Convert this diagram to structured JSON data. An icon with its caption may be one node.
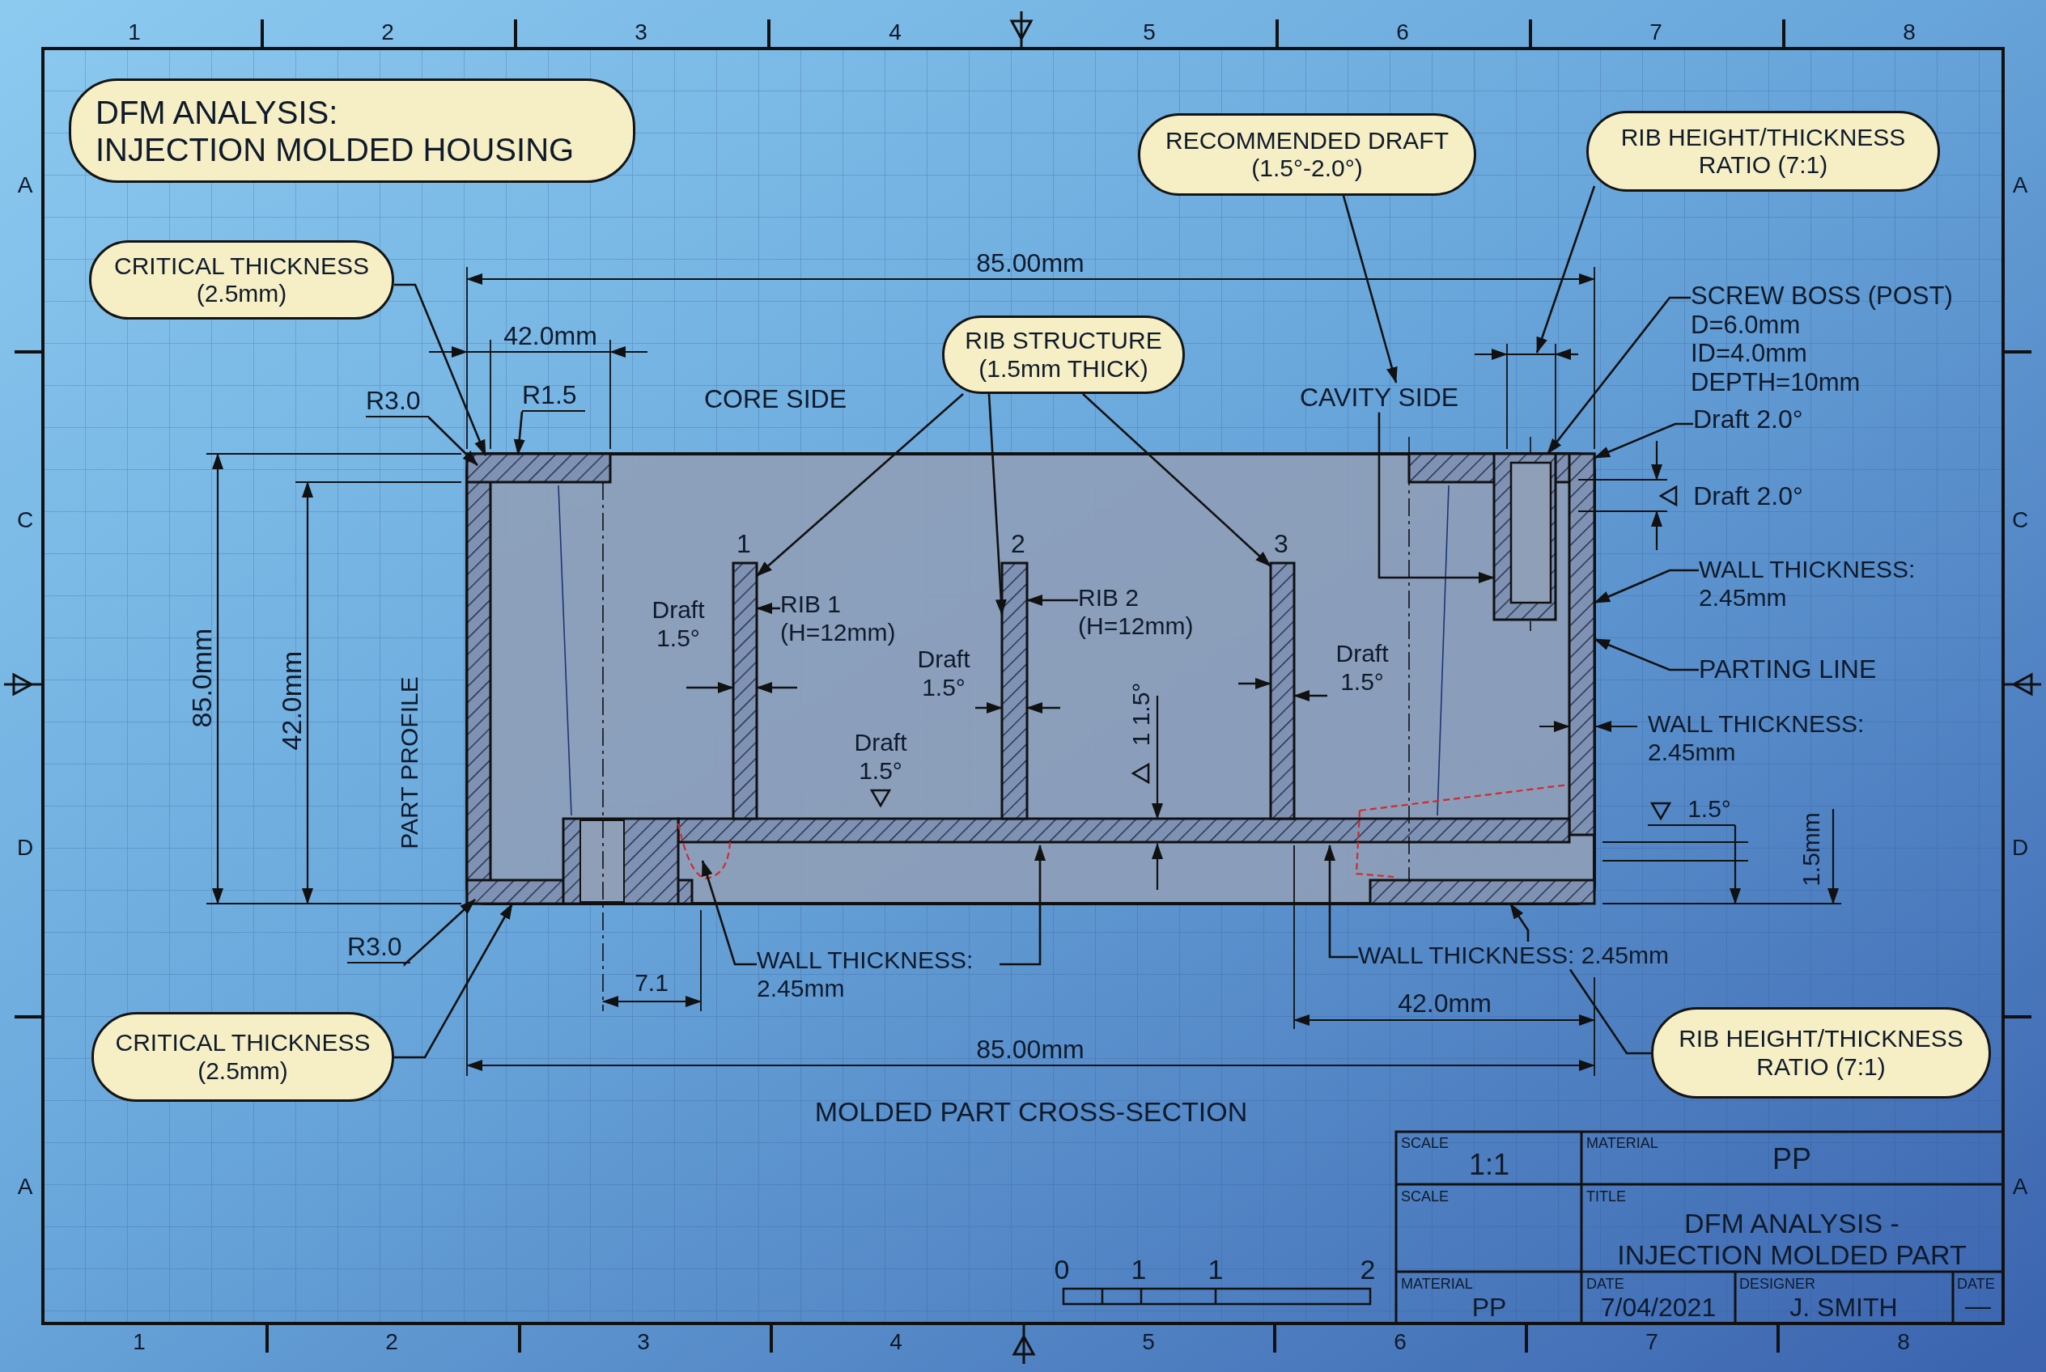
{
  "diagram": {
    "title": "DFM ANALYSIS: INJECTION MOLDED HOUSING",
    "nodes": [
      {
        "text": [],
        "shape": "picture"
      },
      {
        "text": [],
        "shape": "bar",
        "in": 0,
        "beside": [
          "Draft 1.5°"
        ]
      },
      {
        "text": [],
        "shape": "bar",
        "in": 0,
        "beside": [
          "Draft 1.5°"
        ]
      },
      {
        "text": [],
        "shape": "bar",
        "in": 0,
        "beside": [
          "Draft 1.5°"
        ]
      },
      {
        "text": [],
        "shape": "box",
        "in": 0
      },
      {
        "text": [
          "CRITICAL THICKNESS (2.5mm)"
        ]
      },
      {
        "text": [
          "RECOMMENDED DRAFT (1.5°-2.0°)"
        ]
      },
      {
        "text": [
          "RIB HEIGHT/THICKNESS RATIO (7:1)"
        ]
      },
      {
        "text": [
          "R3.0"
        ]
      },
      {
        "text": [
          "R1.5"
        ]
      },
      {
        "text": [
          "RIB STRUCTURE (1.5mm THICK)"
        ]
      },
      {
        "text": [
          "CAVITY SIDE"
        ]
      },
      {
        "text": [
          "SCREW BOSS (POST)",
          "D=6.0mm",
          "ID=4.0mm",
          "DEPTH=10mm"
        ]
      },
      {
        "text": [
          "Draft 2.0°"
        ]
      },
      {
        "text": [
          "WALL THICKNESS: 2.45mm"
        ]
      },
      {
        "text": [
          "RIB 1 (H=12mm)"
        ],
        "in": 0
      },
      {
        "text": [
          "RIB 2 (H=12mm)"
        ],
        "in": 0
      },
      {
        "text": [
          "PARTING LINE"
        ]
      },
      {
        "text": [
          "R3.0"
        ]
      },
      {
        "text": [
          "WALL THICKNESS: 2.45mm"
        ]
      },
      {
        "text": [
          "WALL THICKNESS: 2.45mm"
        ]
      },
      {
        "text": [
          "CRITICAL THICKNESS (2.5mm)"
        ]
      },
      {
        "text": [
          "RIB HEIGHT/THICKNESS RATIO (7:1)"
        ]
      }
    ],
    "edges": [
      {
        "from": 5,
        "to": 0,
        "arrow": "to"
      },
      {
        "from": 8,
        "to": 0,
        "arrow": "to"
      },
      {
        "from": 9,
        "to": 0,
        "arrow": "to"
      },
      {
        "from": 10,
        "to": 1,
        "arrow": "to"
      },
      {
        "from": 10,
        "to": 2,
        "arrow": "to"
      },
      {
        "from": 10,
        "to": 3,
        "arrow": "to"
      },
      {
        "from": 6,
        "to": 11,
        "arrow": "to"
      },
      {
        "from": 7,
        "to": null,
        "arrow": "to"
      },
      {
        "from": 12,
        "to": 4,
        "arrow": "to"
      },
      {
        "from": 13,
        "to": 0,
        "arrow": "to"
      },
      {
        "from": 11,
        "to": 4,
        "arrow": "to"
      },
      {
        "from": 15,
        "to": 1,
        "arrow": "to"
      },
      {
        "from": 16,
        "to": 2,
        "arrow": "to"
      },
      {
        "from": 14,
        "to": 0,
        "arrow": "to"
      },
      {
        "from": 17,
        "to": 0,
        "arrow": "to"
      },
      {
        "from": 18,
        "to": 0,
        "arrow": "to"
      },
      {
        "from": 21,
        "to": 0,
        "arrow": "to"
      },
      {
        "from": 19,
        "to": 0,
        "arrow": "to"
      },
      {
        "from": 19,
        "to": 0,
        "arrow": "to"
      },
      {
        "from": 20,
        "to": 0,
        "arrow": "to"
      },
      {
        "from": 22,
        "to": 20,
        "arrow": "none"
      },
      {
        "from": 20,
        "to": 0,
        "arrow": "to"
      },
      {
        "from": null,
        "to": 1,
        "arrow": "to"
      },
      {
        "from": null,
        "to": 1,
        "arrow": "to"
      },
      {
        "from": null,
        "to": 2,
        "arrow": "to"
      },
      {
        "from": null,
        "to": 2,
        "arrow": "to"
      },
      {
        "from": null,
        "to": 3,
        "arrow": "to"
      },
      {
        "from": null,
        "to": 3,
        "arrow": "to"
      }
    ],
    "labels": [
      "1",
      "2",
      "3",
      "4",
      "5",
      "6",
      "7",
      "8",
      "A",
      "A",
      "CORE SIDE",
      "85.00mm",
      "42.0mm",
      "C",
      "C",
      "Draft 2.0°",
      "1",
      "2",
      "3",
      "85.0mm",
      "42.0mm",
      "PART PROFILE",
      "Draft 1.5°",
      "1 1.5°",
      "WALL THICKNESS: 2.45mm",
      "D",
      "D",
      "1.5°",
      "1.5mm",
      "7.1",
      "42.0mm",
      "85.00mm",
      "MOLDED PART CROSS-SECTION",
      "A",
      "A",
      "SCALE",
      "1:1",
      "MATERIAL",
      "PP",
      "SCALE",
      "TITLE",
      "DFM ANALYSIS - INJECTION MOLDED PART",
      "0",
      "1",
      "1",
      "2",
      "MATERIAL",
      "PP",
      "DATE",
      "7/04/2021",
      "DESIGNER",
      "J. SMITH",
      "DATE",
      "—",
      "1",
      "2",
      "3",
      "4",
      "5",
      "6",
      "7",
      "8"
    ]
  }
}
